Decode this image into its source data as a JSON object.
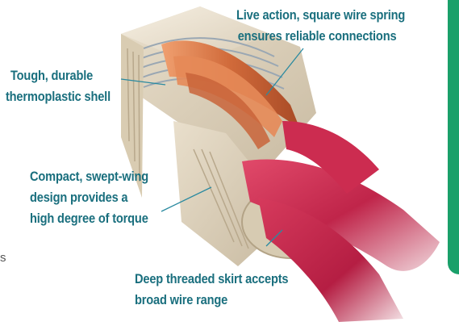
{
  "callouts": {
    "spring": {
      "line1": "Live action, square wire spring",
      "line2": "ensures reliable connections"
    },
    "shell": {
      "line1": "Tough, durable",
      "line2": "thermoplastic shell"
    },
    "design": {
      "line1": "Compact, swept-wing",
      "line2": "design provides a",
      "line3": "high degree of torque"
    },
    "skirt": {
      "line1": "Deep threaded skirt accepts",
      "line2": "broad wire range"
    }
  },
  "edge_text": "s",
  "colors": {
    "callout_text": "#1a6f7e",
    "leader_line": "#2a8aa0",
    "accent_bar": "#1aa06a",
    "shell": "#efe6d6",
    "wire_insulation": "#c0254a",
    "copper": "#d9774a"
  }
}
